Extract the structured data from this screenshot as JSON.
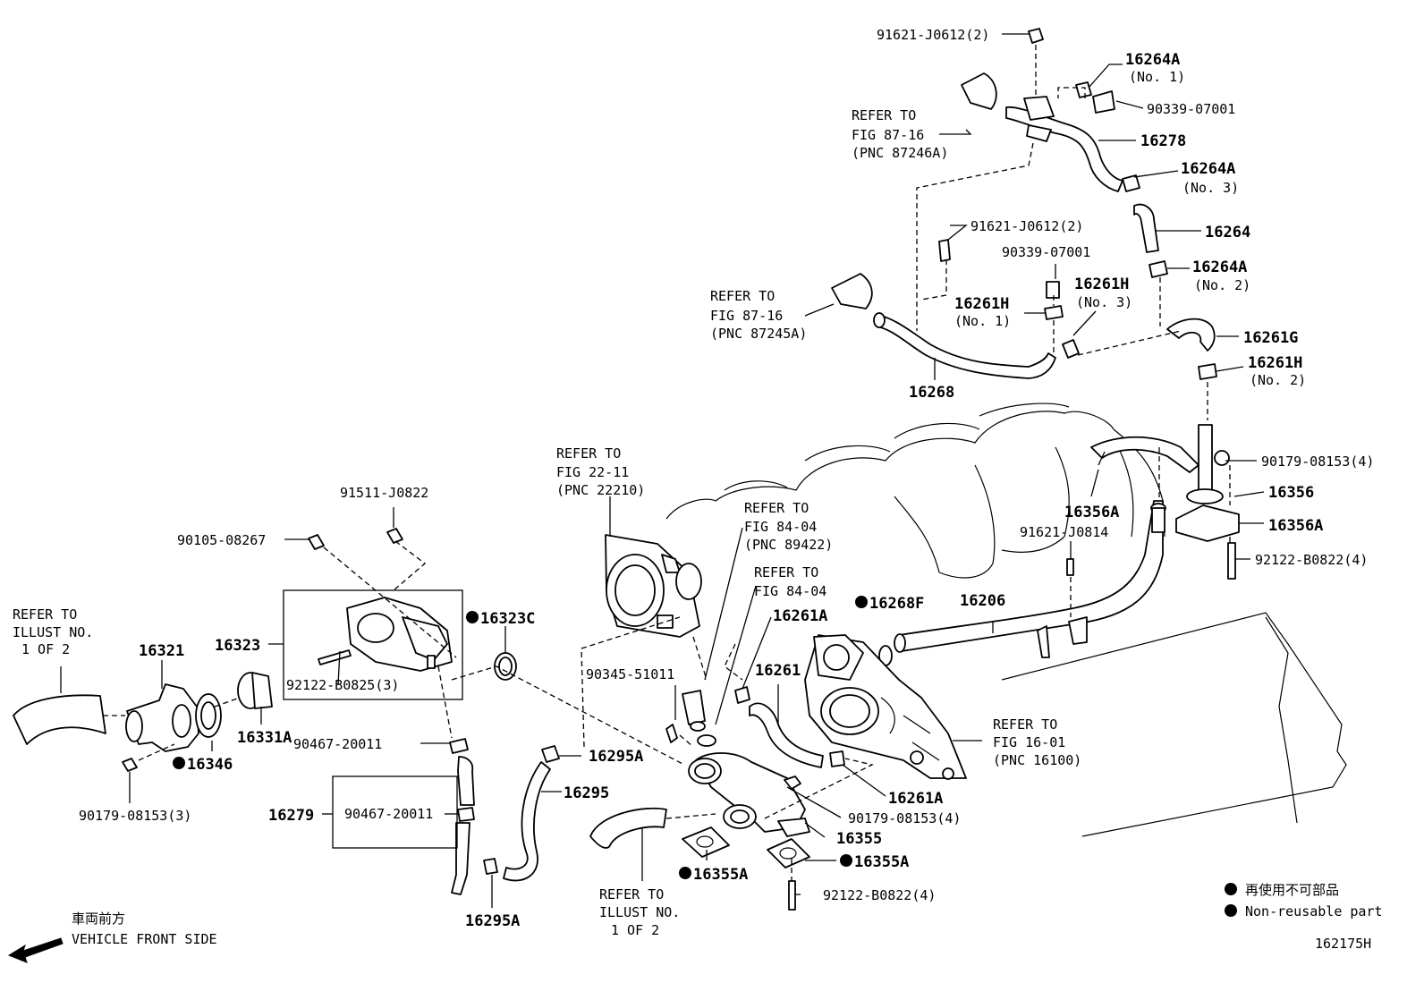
{
  "diagram_id": "162175H",
  "legend": {
    "jp": "再使用不可部品",
    "en": "Non-reusable part"
  },
  "front": {
    "jp": "車両前方",
    "en": "VEHICLE FRONT SIDE"
  },
  "labels": {
    "l91621a": "91621-J0612(2)",
    "l16264A1": "16264A",
    "l16264A1s": "(No. 1)",
    "l90339a": "90339-07001",
    "lref87a": [
      "REFER TO",
      "FIG 87-16",
      "(PNC 87246A)"
    ],
    "l16278": "16278",
    "l16264A3": "16264A",
    "l16264A3s": "(No. 3)",
    "l16264": "16264",
    "l91621b": "91621-J0612(2)",
    "l90339b": "90339-07001",
    "l16264A2": "16264A",
    "l16264A2s": "(No. 2)",
    "lref87b": [
      "REFER TO",
      "FIG 87-16",
      "(PNC 87245A)"
    ],
    "l16261H1": "16261H",
    "l16261H1s": "(No. 1)",
    "l16261H3": "16261H",
    "l16261H3s": "(No. 3)",
    "l16261G": "16261G",
    "l16261H2": "16261H",
    "l16261H2s": "(No. 2)",
    "l16268": "16268",
    "lref22": [
      "REFER TO",
      "FIG 22-11",
      "(PNC 22210)"
    ],
    "lref84a": [
      "REFER TO",
      "FIG 84-04",
      "(PNC 89422)"
    ],
    "lref84b": [
      "REFER TO",
      "FIG 84-04"
    ],
    "l90179a": "90179-08153(4)",
    "l16356": "16356",
    "l16356A": "16356A",
    "l16356Ab": "16356A",
    "l91621c": "91621-J0814",
    "l92122a": "92122-B0822(4)",
    "l91511": "91511-J0822",
    "l90105": "90105-08267",
    "l16268F": "16268F",
    "l16206": "16206",
    "l16261A1": "16261A",
    "l16323C": "16323C",
    "lrefillust1": [
      "REFER TO",
      "ILLUST NO.",
      "1 OF 2"
    ],
    "l16321": "16321",
    "l16323": "16323",
    "l92122b": "92122-B0825(3)",
    "l90345": "90345-51011",
    "l16261": "16261",
    "lref16": [
      "REFER TO",
      "FIG 16-01",
      "(PNC 16100)"
    ],
    "l16331A": "16331A",
    "l16346": "16346",
    "l90467a": "90467-20011",
    "l16295Aa": "16295A",
    "l16295": "16295",
    "l16261A2": "16261A",
    "l90179b": "90179-08153(3)",
    "l16279": "16279",
    "l90467b": "90467-20011",
    "l90179c": "90179-08153(4)",
    "l16355": "16355",
    "l16355Aa": "16355A",
    "l16355Ab": "16355A",
    "l92122c": "92122-B0822(4)",
    "l16295Ab": "16295A",
    "lrefillust2": [
      "REFER TO",
      "ILLUST NO.",
      "1 OF 2"
    ]
  }
}
